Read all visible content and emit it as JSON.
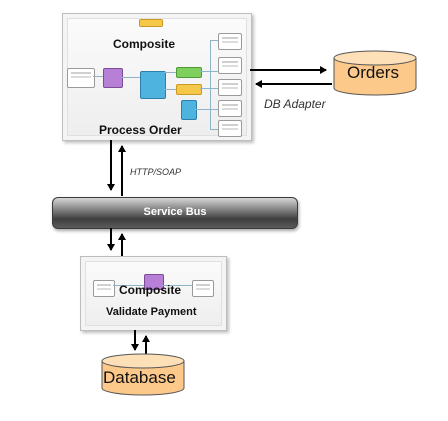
{
  "diagram": {
    "process_order": {
      "top_label": "Composite",
      "bottom_label": "Process Order"
    },
    "validate_payment": {
      "top_label": "Composite",
      "bottom_label": "Validate Payment"
    },
    "service_bus": {
      "label": "Service Bus"
    },
    "orders_db": {
      "label": "Orders"
    },
    "database": {
      "label": "Database"
    },
    "connections": {
      "db_adapter": "DB Adapter",
      "http_soap": "HTTP/SOAP"
    },
    "colors": {
      "db_fill": "#fcc98b",
      "db_top": "#fde0b8",
      "bus_dark": "#3e3e3e",
      "component_purple": "#b77fd6",
      "component_blue": "#4fb3e0",
      "component_green": "#7fcf5f",
      "component_yellow": "#f5c84a"
    }
  }
}
